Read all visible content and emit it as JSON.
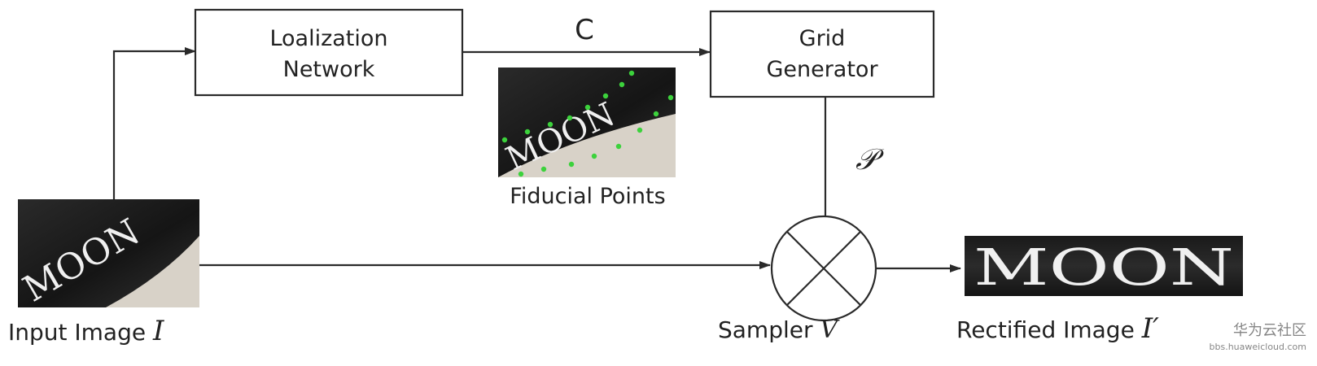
{
  "nodes": {
    "localization": {
      "line1": "Loalization",
      "line2": "Network"
    },
    "grid": {
      "line1": "Grid",
      "line2": "Generator"
    }
  },
  "edges": {
    "c_label": "C",
    "p_label": "𝒫"
  },
  "images": {
    "input_word": "MOON",
    "fiducial_word": "MOON",
    "rectified_word": "MOON"
  },
  "captions": {
    "input": "Input Image ",
    "input_symbol": "I",
    "fiducial": "Fiducial Points",
    "sampler": "Sampler ",
    "sampler_symbol": "V",
    "rectified": "Rectified Image ",
    "rectified_symbol": "I′"
  },
  "watermark": {
    "line1": "华为云社区",
    "line2": "bbs.huaweicloud.com"
  },
  "colors": {
    "box_stroke": "#2a2a2a",
    "photo_dark": "#1c1c1c",
    "photo_light": "#d8d2c8",
    "letters": "#f0f0f0",
    "fiducial_dot": "#3cd23c"
  }
}
